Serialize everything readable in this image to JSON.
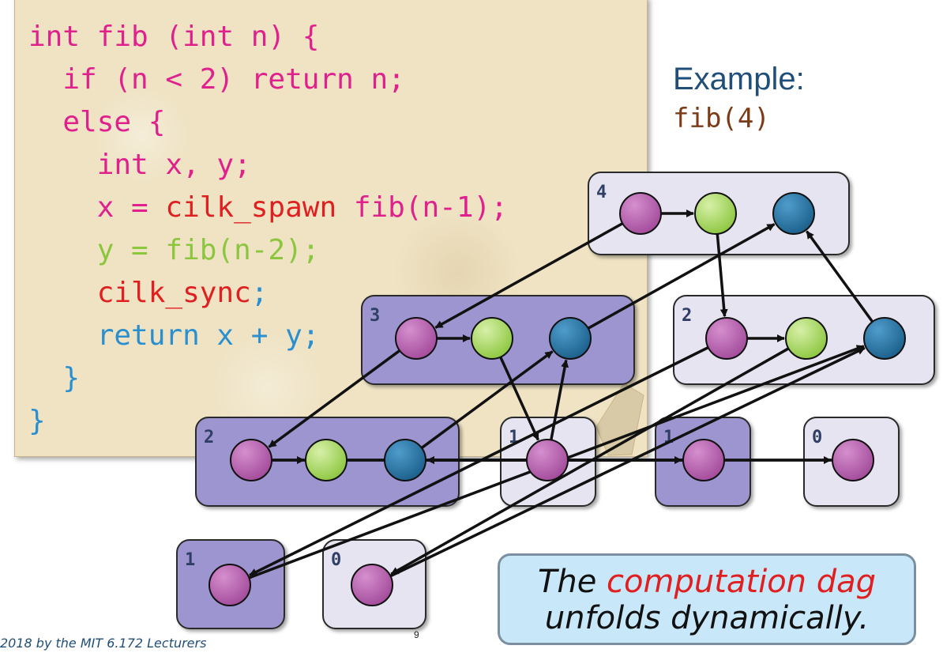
{
  "code": [
    [
      {
        "text": "int fib (int n) {",
        "color": "pink"
      }
    ],
    [
      {
        "text": "  if (n < 2) return n;",
        "color": "pink"
      }
    ],
    [
      {
        "text": "  else {",
        "color": "pink"
      }
    ],
    [
      {
        "text": "    int x, y;",
        "color": "pink"
      }
    ],
    [
      {
        "text": "    x = ",
        "color": "pink"
      },
      {
        "text": "cilk_spawn",
        "color": "red"
      },
      {
        "text": " fib(n-1);",
        "color": "pink"
      }
    ],
    [
      {
        "text": "    y = fib(n-2);",
        "color": "green"
      }
    ],
    [
      {
        "text": "    cilk_sync",
        "color": "red"
      },
      {
        "text": ";",
        "color": "blue"
      }
    ],
    [
      {
        "text": "    return x + y;",
        "color": "blue"
      }
    ],
    [
      {
        "text": "  }",
        "color": "blue"
      }
    ],
    [
      {
        "text": "}",
        "color": "blue"
      }
    ]
  ],
  "example": {
    "title": "Example:",
    "call": "fib(4)"
  },
  "colors": {
    "spawn": "#a24a9a",
    "continue": "#9fd05a",
    "return": "#1f6e9e",
    "frame_dark": "#9c95cf",
    "frame_light": "#e6e4f0"
  },
  "dag": {
    "frames": [
      {
        "id": "f4",
        "label": "4",
        "style": "light"
      },
      {
        "id": "f3",
        "label": "3",
        "style": "dark"
      },
      {
        "id": "f2a",
        "label": "2",
        "style": "light"
      },
      {
        "id": "f2b",
        "label": "2",
        "style": "dark"
      },
      {
        "id": "f1a",
        "label": "1",
        "style": "light"
      },
      {
        "id": "f1b",
        "label": "1",
        "style": "dark"
      },
      {
        "id": "f0a",
        "label": "0",
        "style": "light"
      },
      {
        "id": "f1c",
        "label": "1",
        "style": "dark"
      },
      {
        "id": "f0b",
        "label": "0",
        "style": "light"
      }
    ],
    "strands": [
      {
        "id": "a1",
        "frame": "f4",
        "kind": "spawn"
      },
      {
        "id": "a2",
        "frame": "f4",
        "kind": "continue"
      },
      {
        "id": "a3",
        "frame": "f4",
        "kind": "return"
      },
      {
        "id": "b1",
        "frame": "f3",
        "kind": "spawn"
      },
      {
        "id": "b2",
        "frame": "f3",
        "kind": "continue"
      },
      {
        "id": "b3",
        "frame": "f3",
        "kind": "return"
      },
      {
        "id": "c1",
        "frame": "f2a",
        "kind": "spawn"
      },
      {
        "id": "c2",
        "frame": "f2a",
        "kind": "continue"
      },
      {
        "id": "c3",
        "frame": "f2a",
        "kind": "return"
      },
      {
        "id": "d1",
        "frame": "f2b",
        "kind": "spawn"
      },
      {
        "id": "d2",
        "frame": "f2b",
        "kind": "continue"
      },
      {
        "id": "d3",
        "frame": "f2b",
        "kind": "return"
      },
      {
        "id": "e1",
        "frame": "f1a",
        "kind": "spawn"
      },
      {
        "id": "e2",
        "frame": "f1b",
        "kind": "spawn"
      },
      {
        "id": "e3",
        "frame": "f0a",
        "kind": "spawn"
      },
      {
        "id": "e4",
        "frame": "f1c",
        "kind": "spawn"
      },
      {
        "id": "e5",
        "frame": "f0b",
        "kind": "spawn"
      }
    ],
    "edges": [
      [
        "a1",
        "a2"
      ],
      [
        "b1",
        "b2"
      ],
      [
        "c1",
        "c2"
      ],
      [
        "d1",
        "d2"
      ],
      [
        "a1",
        "b1"
      ],
      [
        "b3",
        "a3"
      ],
      [
        "a2",
        "c1"
      ],
      [
        "c3",
        "a3"
      ],
      [
        "b1",
        "d1"
      ],
      [
        "d3",
        "b3"
      ],
      [
        "b2",
        "e1"
      ],
      [
        "e1",
        "b3"
      ],
      [
        "c1",
        "e4"
      ],
      [
        "e4",
        "c3"
      ],
      [
        "c2",
        "e5"
      ],
      [
        "e5",
        "c3"
      ],
      [
        "d1",
        "e2"
      ],
      [
        "e2",
        "d3"
      ],
      [
        "d2",
        "e3"
      ],
      [
        "e3",
        "d3"
      ]
    ]
  },
  "caption": {
    "line1_pre": "The ",
    "line1_emph": "computation dag",
    "line2": "unfolds dynamically."
  },
  "footer": {
    "text": "2018 by the MIT 6.172 Lecturers",
    "page": "9"
  }
}
